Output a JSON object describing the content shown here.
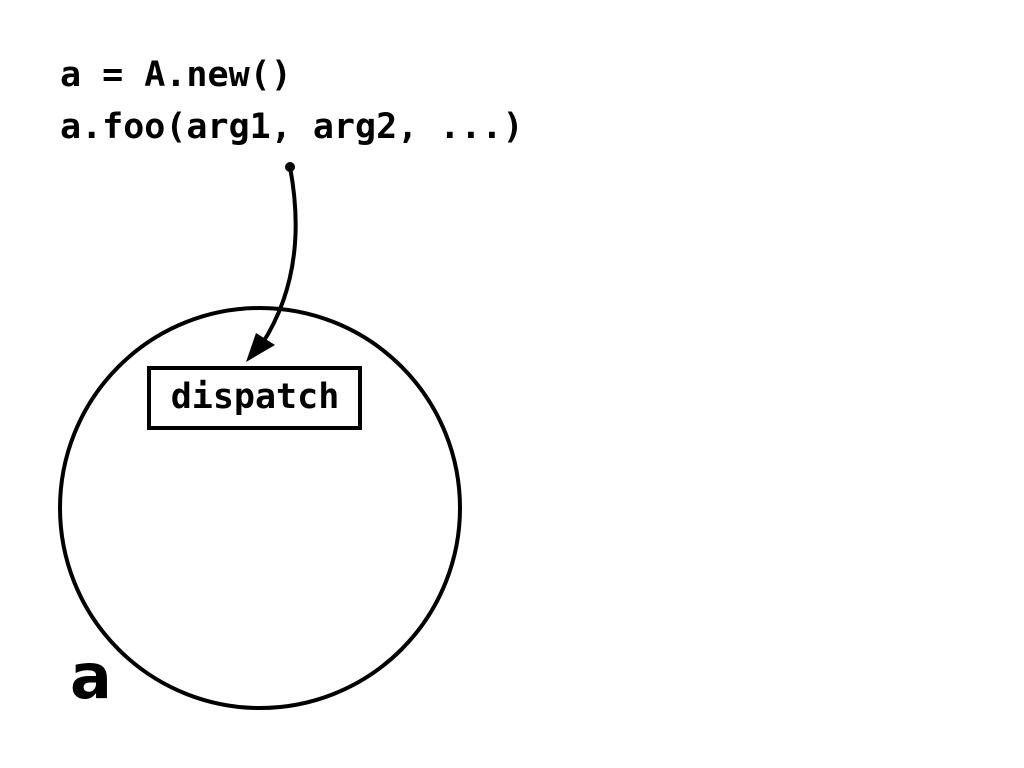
{
  "code": {
    "line1": "a = A.new()",
    "line2": "a.foo(arg1, arg2, ...)"
  },
  "diagram": {
    "box_label": "dispatch",
    "object_label": "a"
  },
  "colors": {
    "stroke": "#000000",
    "background": "#ffffff"
  }
}
